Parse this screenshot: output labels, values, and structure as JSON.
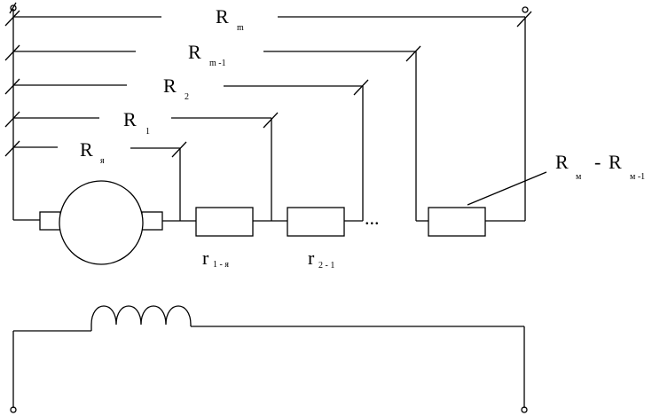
{
  "resistance_labels": {
    "rm": {
      "main": "R",
      "sub": "m"
    },
    "rm1": {
      "main": "R",
      "sub": "m -1"
    },
    "r2": {
      "main": "R",
      "sub": "2"
    },
    "r1": {
      "main": "R",
      "sub": "1"
    },
    "rya": {
      "main": "R",
      "sub": "я"
    }
  },
  "series_resistors": {
    "r1ya": {
      "main": "r",
      "sub": "1 - я"
    },
    "r21": {
      "main": "r",
      "sub": "2 - 1"
    }
  },
  "difference_label": {
    "a": "R",
    "a_sub": "м",
    "sep": "-",
    "b": "R",
    "b_sub": "м -1"
  },
  "ellipsis": "..."
}
